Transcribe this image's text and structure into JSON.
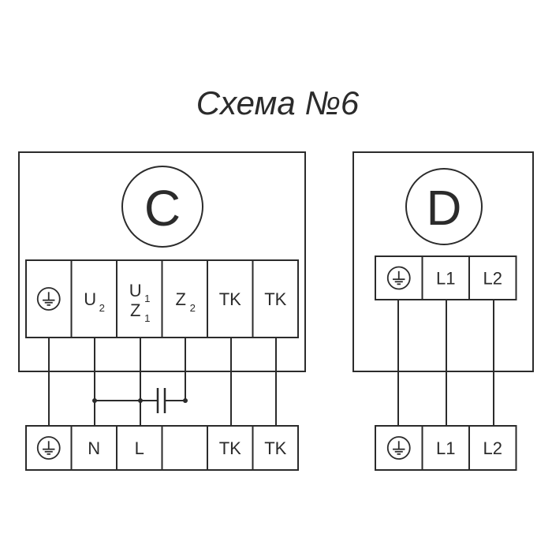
{
  "title": "Схема №6",
  "block_c": {
    "letter": "C",
    "top_terminals": [
      {
        "kind": "ground",
        "icon": "ground-icon"
      },
      {
        "kind": "sub",
        "main": "U",
        "sub": "2"
      },
      {
        "kind": "stack",
        "line1_main": "U",
        "line1_sub": "1",
        "line2_main": "Z",
        "line2_sub": "1"
      },
      {
        "kind": "sub",
        "main": "Z",
        "sub": "2"
      },
      {
        "kind": "text",
        "label": "TK"
      },
      {
        "kind": "text",
        "label": "TK"
      }
    ],
    "bottom_terminals": [
      {
        "kind": "ground",
        "icon": "ground-icon"
      },
      {
        "kind": "text",
        "label": "N"
      },
      {
        "kind": "text",
        "label": "L"
      },
      {
        "kind": "text",
        "label": ""
      },
      {
        "kind": "text",
        "label": "TK"
      },
      {
        "kind": "text",
        "label": "TK"
      }
    ]
  },
  "block_d": {
    "letter": "D",
    "top_terminals": [
      {
        "kind": "ground",
        "icon": "ground-icon"
      },
      {
        "kind": "text",
        "label": "L1"
      },
      {
        "kind": "text",
        "label": "L2"
      }
    ],
    "bottom_terminals": [
      {
        "kind": "ground",
        "icon": "ground-icon"
      },
      {
        "kind": "text",
        "label": "L1"
      },
      {
        "kind": "text",
        "label": "L2"
      }
    ]
  },
  "capacitor_icon": "capacitor-icon"
}
